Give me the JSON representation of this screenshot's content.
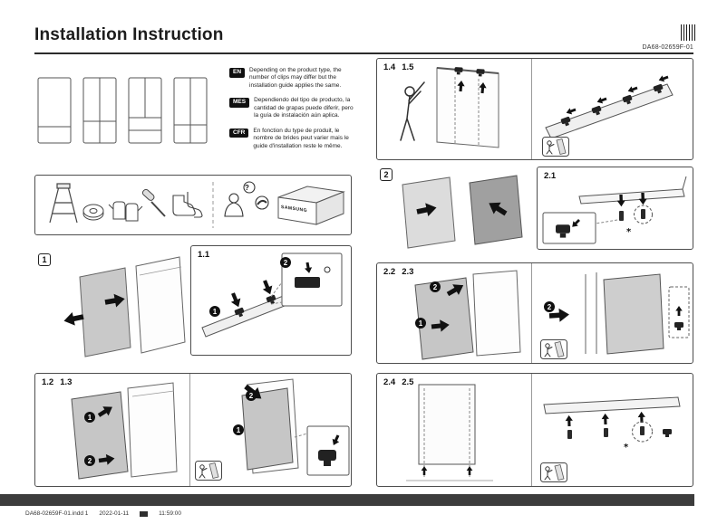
{
  "header": {
    "title": "Installation Instruction",
    "doc_number": "DA68-02659F-01"
  },
  "intro": {
    "notes": [
      {
        "lang": "EN",
        "text": "Depending on the product type, the number of clips may differ but the installation guide applies the same."
      },
      {
        "lang": "MES",
        "text": "Dependiendo del tipo de producto, la cantidad de grapas puede diferir, pero la guía de instalación aún aplica."
      },
      {
        "lang": "CFR",
        "text": "En fonction du type de produit, le nombre de brides peut varier mais le guide d'installation reste le même."
      }
    ]
  },
  "service": {
    "brand": "SAMSUNG",
    "question_mark": "?"
  },
  "markers": {
    "one": "1",
    "two": "2"
  },
  "steps": {
    "s1": {
      "badge": "1"
    },
    "s2": {
      "badge": "2"
    },
    "p11": {
      "label": "1.1"
    },
    "p1213": {
      "label_a": "1.2",
      "label_b": "1.3"
    },
    "p1415": {
      "label_a": "1.4",
      "label_b": "1.5"
    },
    "p21": {
      "label": "2.1",
      "note": "*"
    },
    "p2223": {
      "label_a": "2.2",
      "label_b": "2.3"
    },
    "p2425": {
      "label_a": "2.4",
      "label_b": "2.5",
      "note": "*"
    }
  },
  "footer": {
    "file": "DA68-02659F-01.indd 1",
    "date": "2022-01-11",
    "time": "11:59:00"
  }
}
